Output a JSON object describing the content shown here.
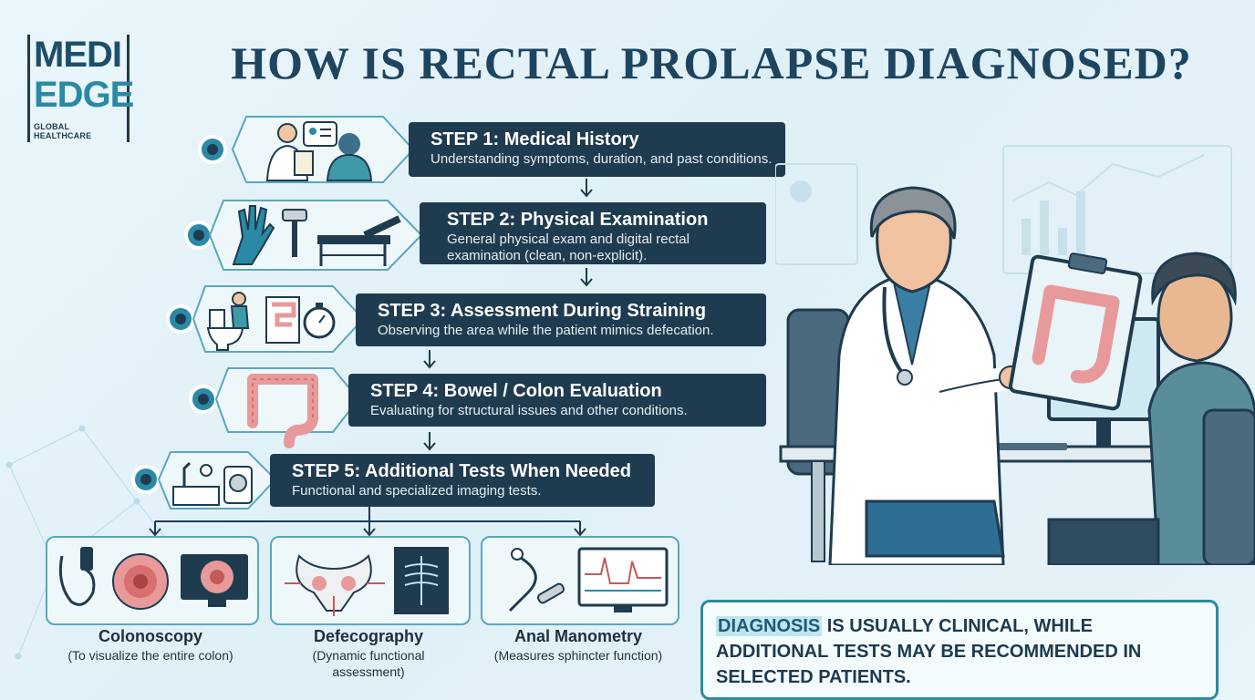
{
  "logo": {
    "line1": "MEDI",
    "line2": "EDGE",
    "tagline": "GLOBAL HEALTHCARE"
  },
  "title": "HOW IS RECTAL PROLAPSE DIAGNOSED?",
  "steps": [
    {
      "title": "STEP 1: Medical History",
      "desc": "Understanding symptoms, duration, and past conditions.",
      "icon": "doctor-patient-icon"
    },
    {
      "title": "STEP 2: Physical Examination",
      "desc": "General physical exam and digital rectal examination (clean, non-explicit).",
      "icon": "glove-hammer-bed-icon"
    },
    {
      "title": "STEP 3: Assessment During Straining",
      "desc": "Observing the area while the patient mimics defecation.",
      "icon": "toilet-stopwatch-icon"
    },
    {
      "title": "STEP 4: Bowel / Colon Evaluation",
      "desc": "Evaluating for structural issues and other conditions.",
      "icon": "colon-icon"
    },
    {
      "title": "STEP 5: Additional Tests When Needed",
      "desc": "Functional and specialized imaging tests.",
      "icon": "lab-imaging-icon"
    }
  ],
  "tests": [
    {
      "name": "Colonoscopy",
      "desc": "(To visualize the entire colon)",
      "icon": "endoscope-icon"
    },
    {
      "name": "Defecography",
      "desc": "(Dynamic functional assessment)",
      "icon": "pelvis-xray-icon"
    },
    {
      "name": "Anal Manometry",
      "desc": "(Measures sphincter function)",
      "icon": "manometry-monitor-icon"
    }
  ],
  "note": {
    "highlight": "DIAGNOSIS",
    "rest": " IS USUALLY CLINICAL, WHILE ADDITIONAL TESTS MAY BE RECOMMENDED IN SELECTED PATIENTS."
  },
  "colors": {
    "dark": "#1f3b4f",
    "accent": "#2a8aa5",
    "teal": "#5aa7bd",
    "colon": "#e89a9a"
  }
}
